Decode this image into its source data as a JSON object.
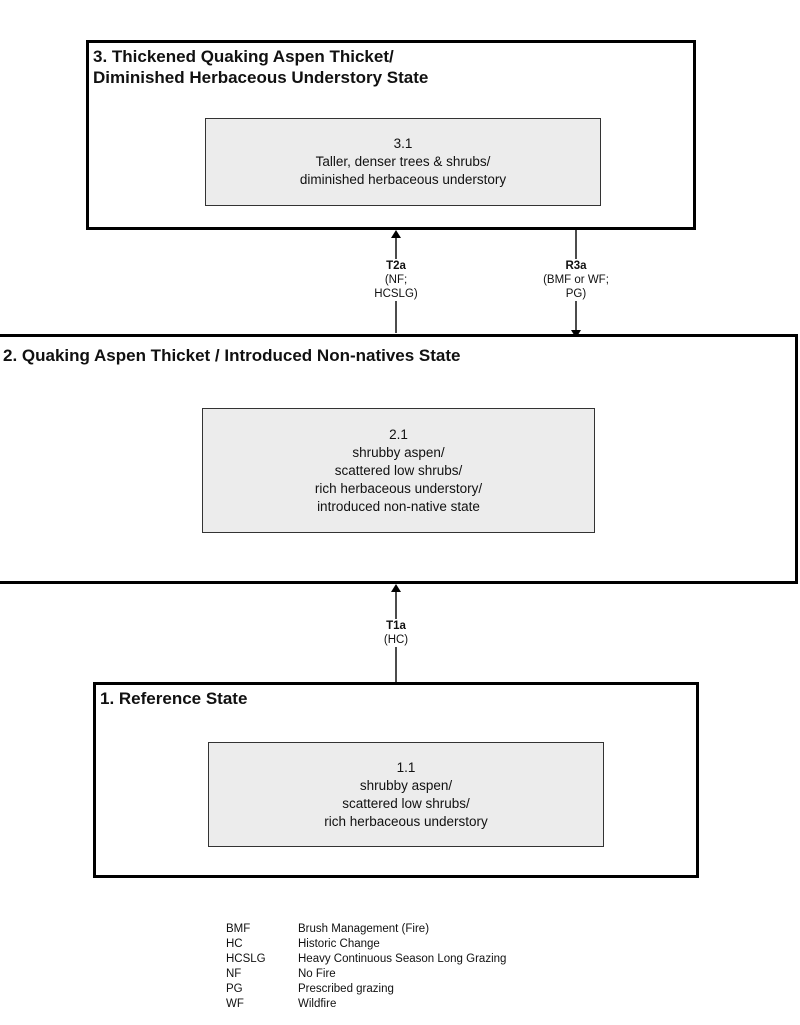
{
  "states": [
    {
      "id": "state-3",
      "title_line1": "3. Thickened Quaking Aspen Thicket/",
      "title_line2": "Diminished Herbaceous Understory State",
      "phase": {
        "number": "3.1",
        "lines": [
          "Taller, denser trees & shrubs/",
          "diminished herbaceous understory"
        ]
      }
    },
    {
      "id": "state-2",
      "title_line1": "2. Quaking Aspen Thicket / Introduced Non-natives State",
      "phase": {
        "number": "2.1",
        "lines": [
          "shrubby aspen/",
          "scattered low shrubs/",
          "rich herbaceous understory/",
          "introduced non-native state"
        ]
      }
    },
    {
      "id": "state-1",
      "title_line1": "1.  Reference State",
      "phase": {
        "number": "1.1",
        "lines": [
          "shrubby aspen/",
          "scattered low shrubs/",
          "rich herbaceous understory"
        ]
      }
    }
  ],
  "transitions": [
    {
      "code": "T2a",
      "note_lines": [
        "(NF;",
        "HCSLG)"
      ]
    },
    {
      "code": "R3a",
      "note_lines": [
        "(BMF or WF;",
        "PG)"
      ]
    },
    {
      "code": "T1a",
      "note_lines": [
        "(HC)"
      ]
    }
  ],
  "legend": [
    {
      "abbr": "BMF",
      "meaning": "Brush Management (Fire)"
    },
    {
      "abbr": "HC",
      "meaning": "Historic Change"
    },
    {
      "abbr": "HCSLG",
      "meaning": "Heavy Continuous Season Long Grazing"
    },
    {
      "abbr": "NF",
      "meaning": "No Fire"
    },
    {
      "abbr": "PG",
      "meaning": "Prescribed grazing"
    },
    {
      "abbr": "WF",
      "meaning": "Wildfire"
    }
  ]
}
